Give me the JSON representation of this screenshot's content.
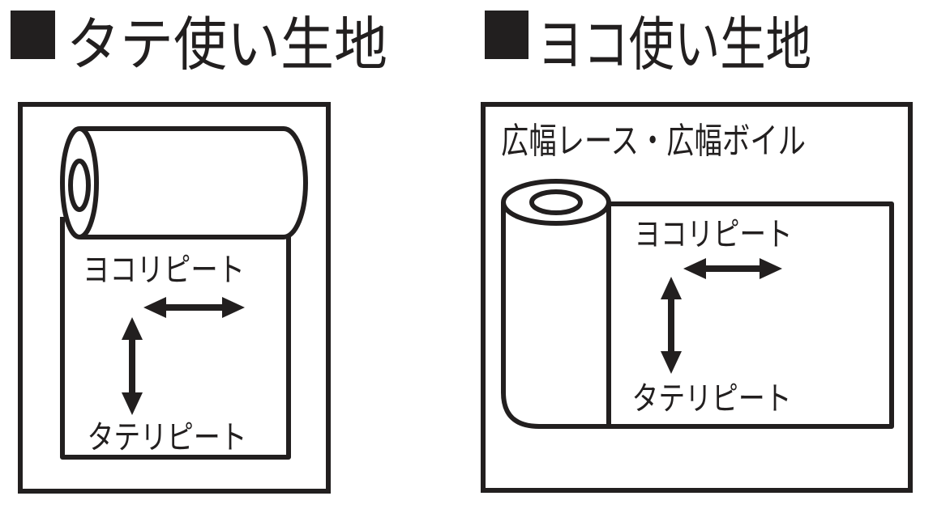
{
  "colors": {
    "ink": "#221f1f",
    "background": "#ffffff"
  },
  "left_panel": {
    "bullet_icon": "black-square",
    "title": "タテ使い生地",
    "roll_orientation": "horizontal",
    "horizontal_repeat_label": "ヨコリピート",
    "vertical_repeat_label": "タテリピート"
  },
  "right_panel": {
    "bullet_icon": "black-square",
    "title": "ヨコ使い生地",
    "subtitle": "広幅レース・広幅ボイル",
    "roll_orientation": "vertical",
    "horizontal_repeat_label": "ヨコリピート",
    "vertical_repeat_label": "タテリピート"
  }
}
